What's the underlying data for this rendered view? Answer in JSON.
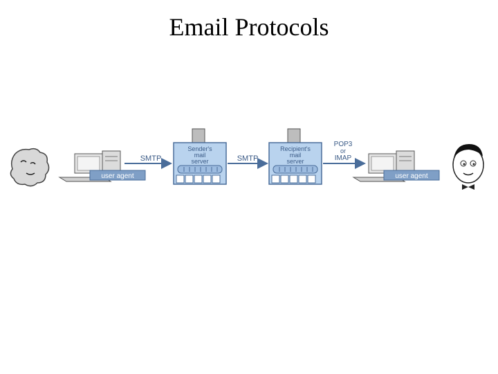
{
  "title": "Email Protocols",
  "diagram": {
    "protocol_left": "SMTP",
    "protocol_middle": "SMTP",
    "protocol_right_line1": "POP3",
    "protocol_right_line2": "or",
    "protocol_right_line3": "IMAP",
    "sender_server_line1": "Sender's",
    "sender_server_line2": "mail",
    "sender_server_line3": "server",
    "recipient_server_line1": "Recipient's",
    "recipient_server_line2": "mail",
    "recipient_server_line3": "server",
    "user_agent_left": "user agent",
    "user_agent_right": "user agent"
  },
  "colors": {
    "server_fill": "#b9d3ee",
    "server_stroke": "#4a6d9a",
    "label_text": "#3a5a86",
    "label_bar": "#7f9fc6"
  }
}
